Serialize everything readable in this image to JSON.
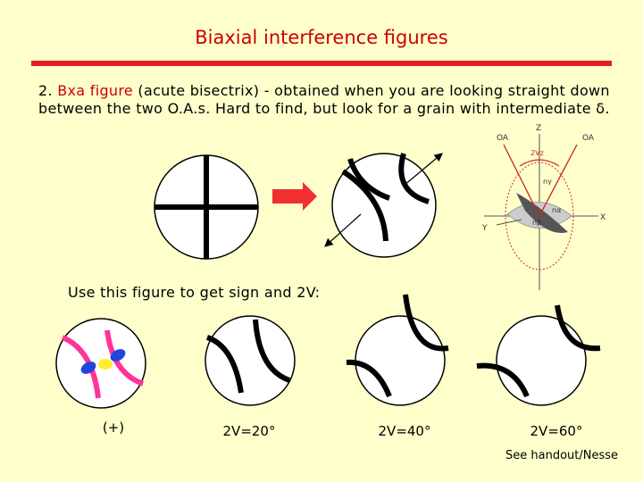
{
  "title": "Biaxial interference figures",
  "paragraph": {
    "prefix": "2. ",
    "highlight": "Bxa figure",
    "rest": " (acute bisectrix) - obtained when you are looking straight down between the two O.A.s.  Hard to find, but look for a grain with intermediate δ."
  },
  "use_line": "Use this figure to get sign and 2V:",
  "labels": {
    "plus": "(+)",
    "v20": "2V=20°",
    "v40": "2V=40°",
    "v60": "2V=60°"
  },
  "indicatrix": {
    "oa_left": "OA",
    "oa_right": "OA",
    "z": "Z",
    "two_vz": "2Vz",
    "ny": "nγ",
    "nb": "nβ",
    "na": "nα",
    "x": "X",
    "y": "Y"
  },
  "credit": "See handout/Nesse",
  "colors": {
    "accent": "#cc0000",
    "background": "#ffffcc",
    "rule": "#e02020"
  }
}
